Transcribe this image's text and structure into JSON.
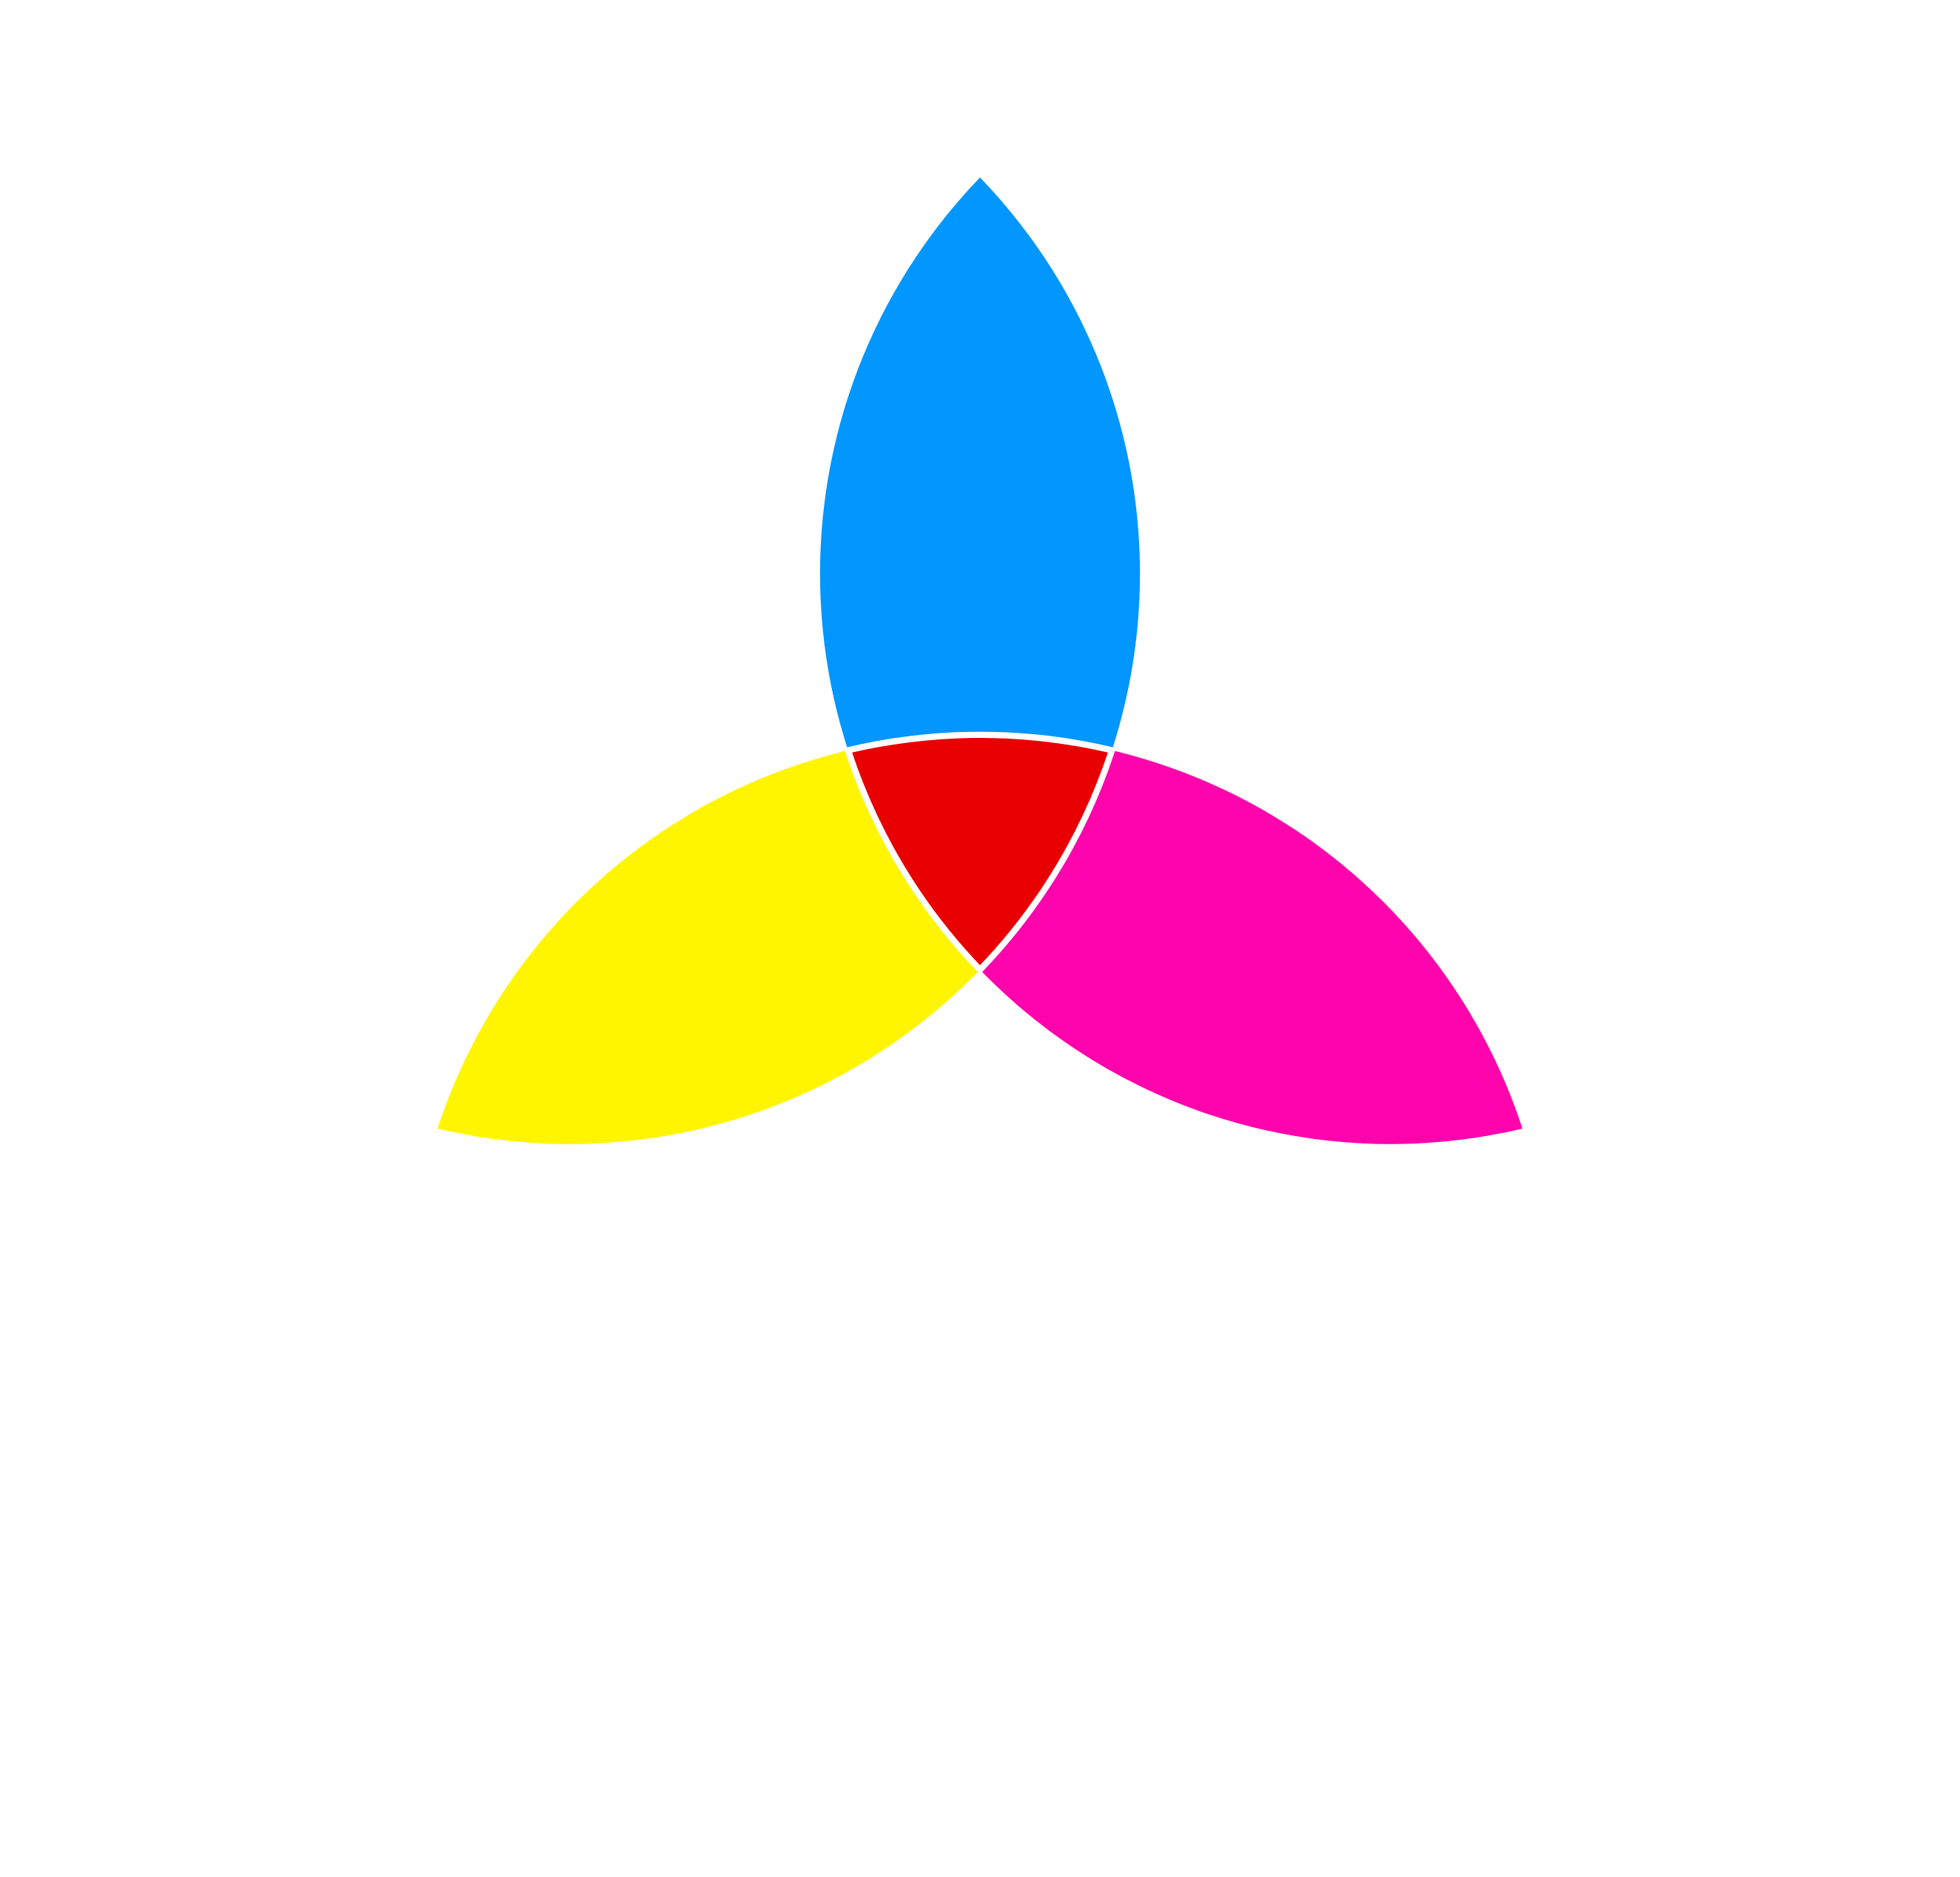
{
  "diagram": {
    "type": "three-circle-overlap",
    "regions": [
      {
        "name": "top-lens",
        "color": "#0296FF"
      },
      {
        "name": "left-lens",
        "color": "#FFF500"
      },
      {
        "name": "right-lens",
        "color": "#FF04AC"
      },
      {
        "name": "center",
        "color": "#E80000"
      }
    ],
    "separator_color": "#FFFFFF",
    "background": "#FFFFFF"
  }
}
